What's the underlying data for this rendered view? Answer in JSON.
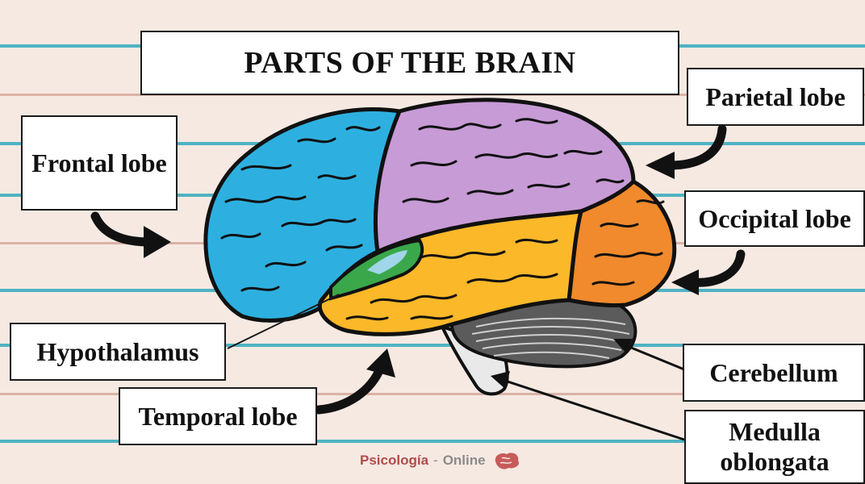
{
  "title": "PARTS OF THE BRAIN",
  "labels": {
    "frontal": "Frontal lobe",
    "parietal": "Parietal lobe",
    "occipital": "Occipital lobe",
    "hypothalamus": "Hypothalamus",
    "temporal": "Temporal lobe",
    "cerebellum": "Cerebellum",
    "medulla": "Medulla oblongata"
  },
  "brand": {
    "name": "Psicología",
    "sep": "-",
    "suffix": "Online",
    "icon": "brain-logo-icon"
  },
  "colors": {
    "frontal": "#2db0e0",
    "parietal": "#c79bd6",
    "occipital": "#f08a2c",
    "temporal": "#fbb829",
    "cerebellum": "#5a5a5a",
    "hypothalamus": "#3aa84a",
    "brainstem": "#e8e8e8",
    "outline": "#111111",
    "rule_blue": "#4fb3c2",
    "rule_brown": "#d9b3a6"
  }
}
